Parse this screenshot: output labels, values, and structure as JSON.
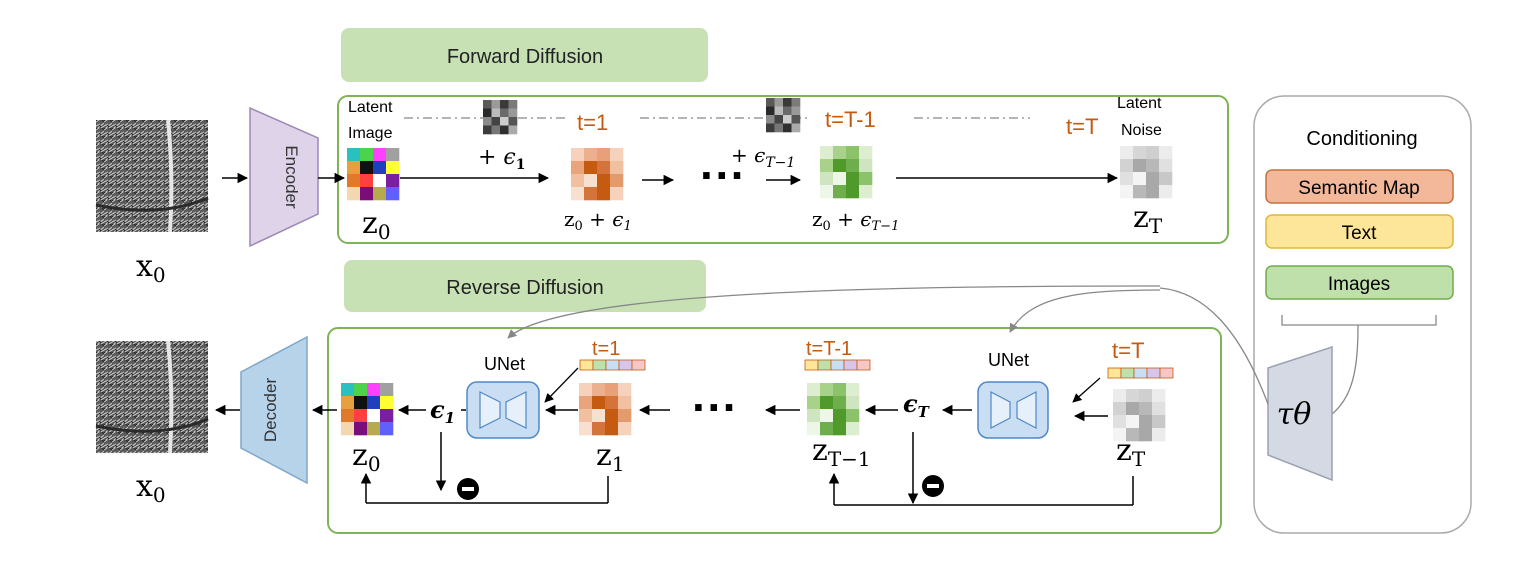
{
  "forward": {
    "title": "Forward Diffusion",
    "latent_image_line1": "Latent",
    "latent_image_line2": "Image",
    "t1": "t=1",
    "tT1": "t=T-1",
    "tT": "t=T",
    "latent_noise_line1": "Latent",
    "latent_noise_line2": "Noise",
    "eps1": "+ ϵ",
    "eps1_sub": "1",
    "epsT1": "+ ϵ",
    "epsT1_sub": "T−1",
    "z0": "z",
    "z0_sub": "0",
    "zT": "z",
    "zT_sub": "T",
    "z0_eps1": "z",
    "z0_eps1_sub": "0",
    "z0_eps1_rest": " + ϵ",
    "z0_eps1_rest_sub": "1",
    "z0_epsT1": "z",
    "z0_epsT1_sub": "0",
    "z0_epsT1_rest": " + ϵ",
    "z0_epsT1_rest_sub": "T−1",
    "dots": "···"
  },
  "reverse": {
    "title": "Reverse Diffusion",
    "unet_left": "UNet",
    "unet_right": "UNet",
    "t1": "t=1",
    "tT1": "t=T-1",
    "tT": "t=T",
    "eps1": "ϵ",
    "eps1_sub": "1",
    "epsT": "ϵ",
    "epsT_sub": "T",
    "z0": "z",
    "z0_sub": "0",
    "z1": "z",
    "z1_sub": "1",
    "zT1": "z",
    "zT1_sub": "T−1",
    "zT": "z",
    "zT_sub": "T",
    "dots": "···"
  },
  "encoder_label": "Encoder",
  "decoder_label": "Decoder",
  "x0_top": "x",
  "x0_top_sub": "0",
  "x0_bottom": "x",
  "x0_bottom_sub": "0",
  "conditioning": {
    "title": "Conditioning",
    "items": [
      "Semantic Map",
      "Text",
      "Images"
    ],
    "tau": "τθ"
  },
  "colors": {
    "green_panel": "#c7e1b5",
    "green_border": "#7fb35a",
    "orange_text": "#c55a11",
    "encoder_fill": "#ded3e8",
    "decoder_fill": "#b7d3ea",
    "unet_fill": "#c9def3",
    "semantic_fill": "#f3b89a",
    "text_fill": "#fde699",
    "images_fill": "#bfe0aa",
    "tau_fill": "#d5d9e3"
  }
}
